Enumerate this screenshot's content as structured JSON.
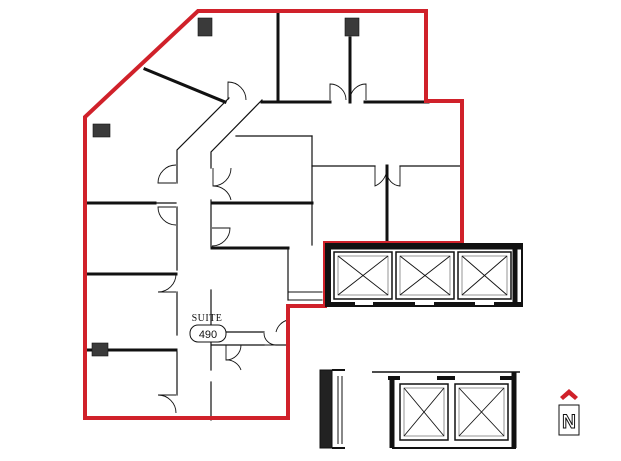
{
  "suite": {
    "title": "SUITE",
    "number": "490"
  },
  "compass": {
    "letter": "N"
  },
  "colors": {
    "suite_outline": "#d0212a",
    "walls": "#111111",
    "elevator_shaft": "#7a7a7a",
    "background": "#ffffff"
  },
  "elements": {
    "elevator_cars": 5,
    "building_columns": 4
  }
}
